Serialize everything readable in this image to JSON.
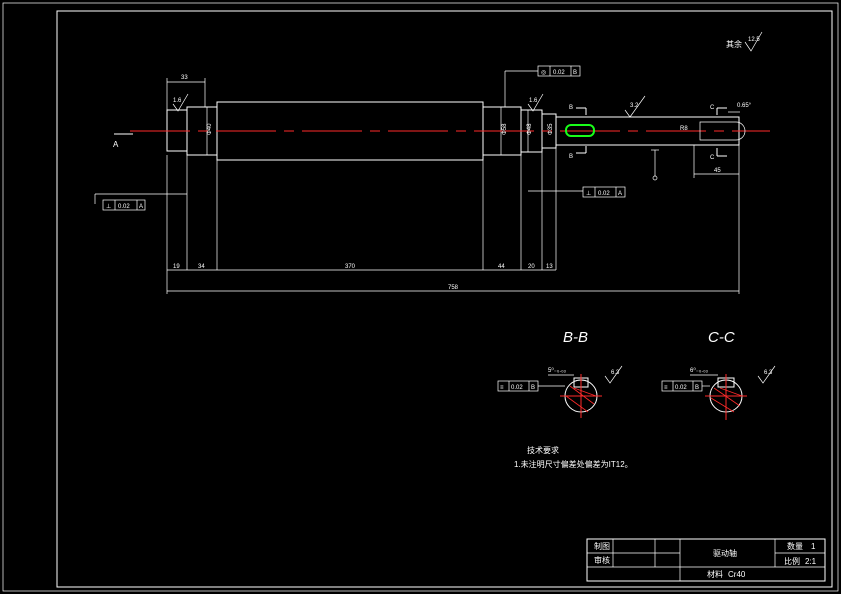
{
  "top_right_note": {
    "label": "其余",
    "roughness": "12.5"
  },
  "datum_label": "A",
  "tolerance_frames": {
    "left": {
      "symbol": "⊥",
      "value": "0.02",
      "datum": "A"
    },
    "top": {
      "symbol": "◎",
      "value": "0.02",
      "datum": "B"
    },
    "right": {
      "symbol": "⊥",
      "value": "0.02",
      "datum": "A"
    },
    "bb": {
      "symbol": "≡",
      "value": "0.02",
      "datum": "B"
    },
    "cc": {
      "symbol": "≡",
      "value": "0.02",
      "datum": "B"
    }
  },
  "roughness_marks": {
    "left": "1.6",
    "mid": "1.6",
    "key": "3.2",
    "bb": "6.3",
    "cc": "6.3"
  },
  "section_markers": {
    "b": "B",
    "c": "C"
  },
  "dimensions": {
    "top_33": "33",
    "seg1": "19",
    "seg2": "34",
    "seg3": "370",
    "seg4": "44",
    "seg5": "20",
    "seg6": "13",
    "overall": "758",
    "end_45": "45",
    "angle": "0.65°",
    "r_end": "R8",
    "dia_mid": "Φ58",
    "dia_bearing": "Φ40",
    "dia_main": "Φ48",
    "dia_right": "Φ35",
    "key_b": "5⁰₋₀.₀₃",
    "key_c": "6⁰₋₀.₀₃"
  },
  "sections": {
    "bb": "B-B",
    "cc": "C-C"
  },
  "tech_req": {
    "title": "技术要求",
    "line1": "1.未注明尺寸偏差处偏差为IT12。"
  },
  "title_block": {
    "draw": "制图",
    "check": "审核",
    "part_name": "驱动轴",
    "qty_label": "数量",
    "qty": "1",
    "scale_label": "比例",
    "scale": "2:1",
    "material_label": "材料",
    "material": "Cr40"
  }
}
